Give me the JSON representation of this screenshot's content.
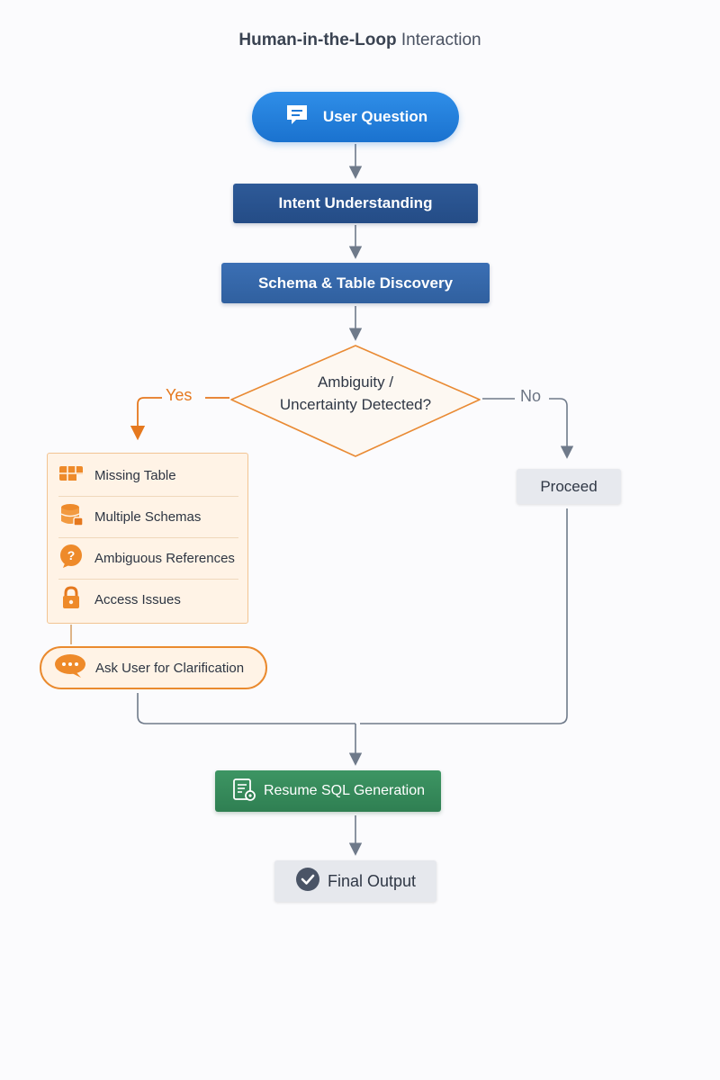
{
  "title": {
    "bold": "Human-in-the-Loop",
    "light": "Interaction"
  },
  "nodes": {
    "user_question": "User Question",
    "intent": "Intent Understanding",
    "schema": "Schema & Table Discovery",
    "decision_line1": "Ambiguity /",
    "decision_line2": "Uncertainty Detected?",
    "proceed": "Proceed",
    "ask": "Ask User for Clarification",
    "resume": "Resume SQL Generation",
    "final": "Final Output"
  },
  "branches": {
    "yes": "Yes",
    "no": "No"
  },
  "issues": [
    {
      "label": "Missing Table",
      "icon": "table-icon"
    },
    {
      "label": "Multiple Schemas",
      "icon": "database-icon"
    },
    {
      "label": "Ambiguous References",
      "icon": "question-bubble-icon"
    },
    {
      "label": "Access Issues",
      "icon": "lock-icon"
    }
  ],
  "colors": {
    "blue_pill": "#1f7ad8",
    "intent": "#27508c",
    "schema": "#3466a8",
    "orange": "#e5781e",
    "green": "#358a5a",
    "arrow": "#6f7a8a"
  }
}
